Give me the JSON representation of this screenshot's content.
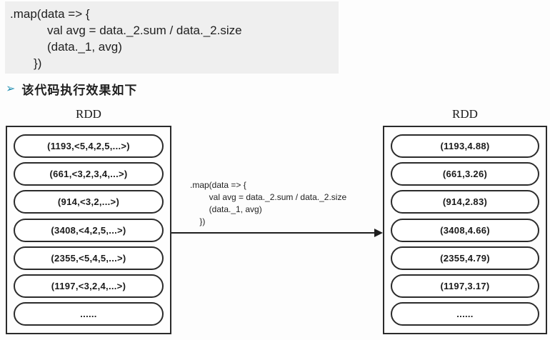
{
  "code_block": {
    "text": ".map(data => {\n           val avg = data._2.sum / data._2.size\n           (data._1, avg)\n       })"
  },
  "bullet": {
    "marker": "➢",
    "text": "该代码执行效果如下"
  },
  "diagram": {
    "source_rdd": {
      "label": "RDD",
      "items": [
        "(1193,<5,4,2,5,...>)",
        "(661,<3,2,3,4,...>)",
        "(914,<3,2,...>)",
        "(3408,<4,2,5,...>)",
        "(2355,<5,4,5,...>)",
        "(1197,<3,2,4,...>)",
        "......"
      ]
    },
    "result_rdd": {
      "label": "RDD",
      "items": [
        "(1193,4.88)",
        "(661,3.26)",
        "(914,2.83)",
        "(3408,4.66)",
        "(2355,4.79)",
        "(1197,3.17)",
        "......"
      ]
    },
    "transform_code": ".map(data => {\n        val avg = data._2.sum / data._2.size\n        (data._1, avg)\n    })"
  },
  "colors": {
    "code_block_bg": "#efefef",
    "bullet_accent": "#2591b3",
    "ink": "#1f1f1f",
    "box_border": "#2b2b2b"
  }
}
